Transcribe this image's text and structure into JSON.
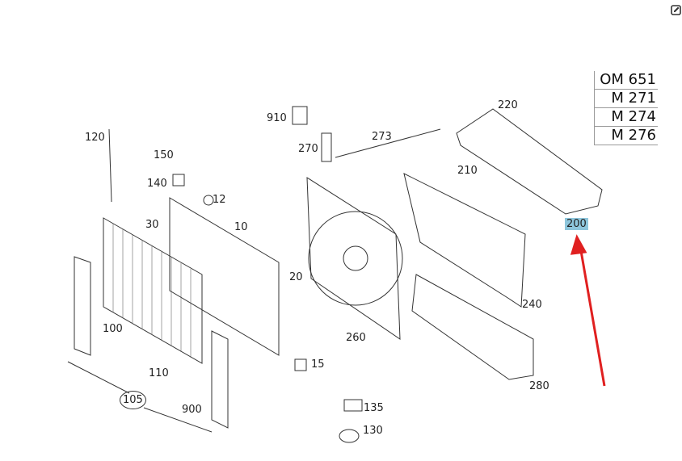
{
  "engine_codes": [
    "OM 651",
    "M 271",
    "M 274",
    "M 276"
  ],
  "part_labels": {
    "p120": "120",
    "p150": "150",
    "p140": "140",
    "p12": "12",
    "p30": "30",
    "p10": "10",
    "p910": "910",
    "p270": "270",
    "p273": "273",
    "p220": "220",
    "p210": "210",
    "p200": "200",
    "p20": "20",
    "p100": "100",
    "p240": "240",
    "p260": "260",
    "p15": "15",
    "p110": "110",
    "p105": "105",
    "p900": "900",
    "p135": "135",
    "p130": "130",
    "p280": "280"
  },
  "highlight_color": "#8ec6dc",
  "arrow_color": "#e02020"
}
